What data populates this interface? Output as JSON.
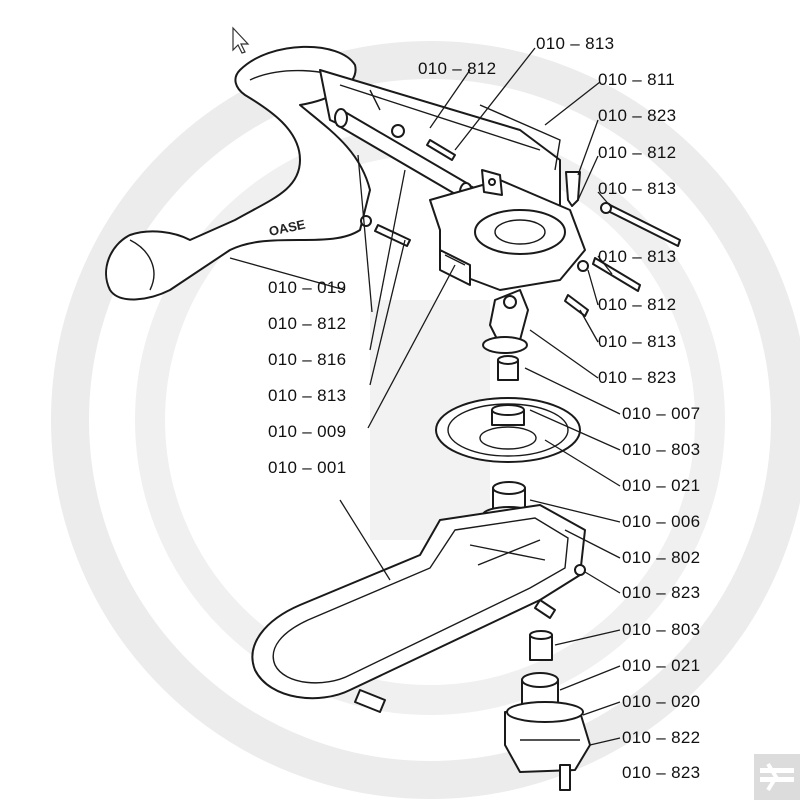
{
  "brand_text": "OASE",
  "colors": {
    "watermark": "#e8e8e8",
    "ink": "#1a1a1a",
    "background": "#ffffff",
    "corner_logo": "#dcdcdc"
  },
  "icons": {
    "cursor": "arrow-cursor-icon",
    "corner": "brand-logo-icon",
    "background": "watermark-logo-icon"
  },
  "labels_right": [
    "010 – 813",
    "010 – 812",
    "010 – 811",
    "010 – 823",
    "010 – 812",
    "010 – 813",
    "010 – 813",
    "010 – 812",
    "010 – 813",
    "010 – 823",
    "010 – 007",
    "010 – 803",
    "010 – 021",
    "010 – 006",
    "010 – 802",
    "010 – 823",
    "010 – 803",
    "010 – 021",
    "010 – 020",
    "010 – 822",
    "010 – 823"
  ],
  "labels_left": [
    "010 – 019",
    "010 – 812",
    "010 – 816",
    "010 – 813",
    "010 – 009",
    "010 – 001"
  ]
}
